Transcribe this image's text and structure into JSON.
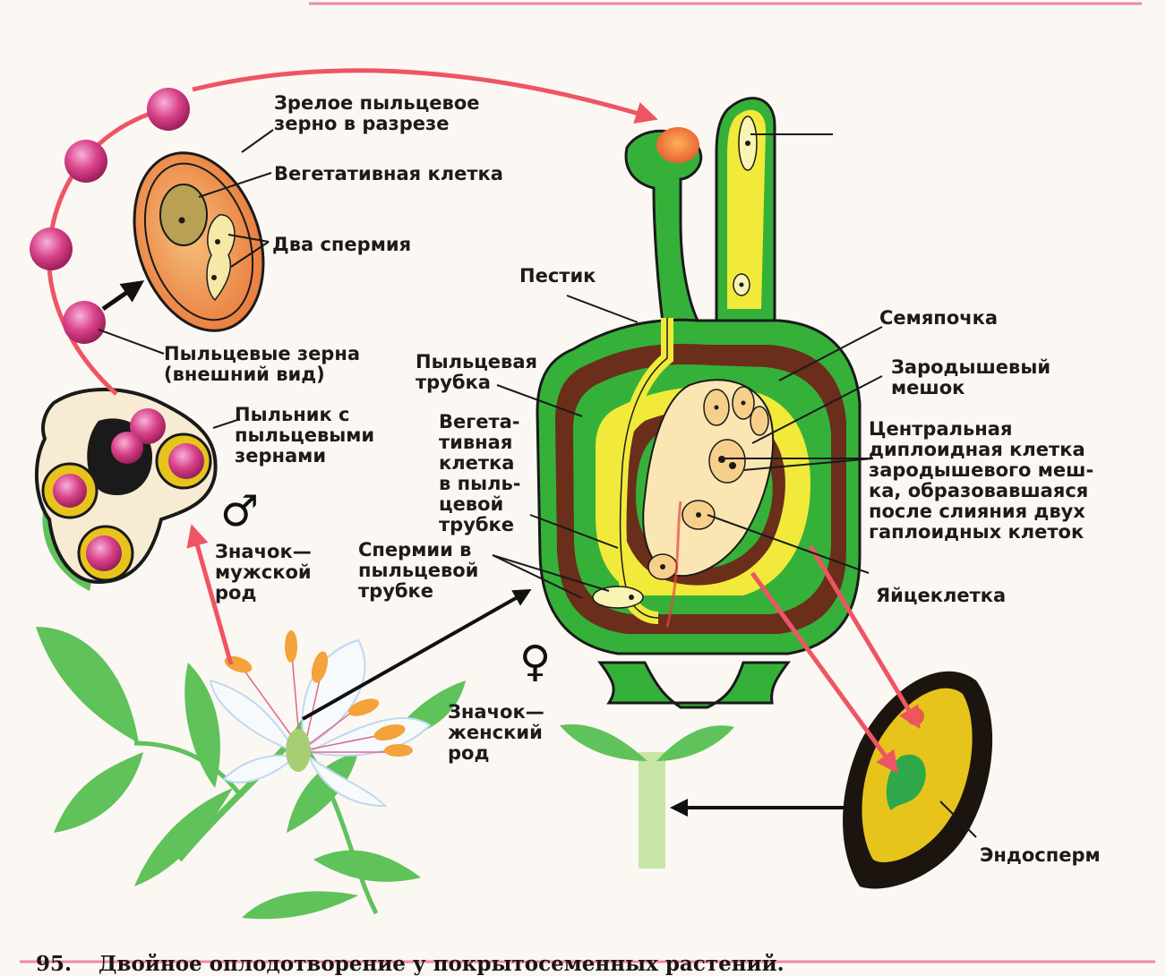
{
  "labels": {
    "mature_grain": "Зрелое пыльцевое\nзерно в разрезе",
    "vegetative_cell": "Вегетативная клетка",
    "two_sperm": "Два спермия",
    "pollen_grains": "Пыльцевые зерна\n(внешний вид)",
    "anther": "Пыльник с\nпыльцевыми\nзернами",
    "male_sign": "Значок—\nмужской\nрод",
    "pistil": "Пестик",
    "pollen_tube": "Пыльцевая\nтрубка",
    "veg_in_tube": "Вегета-\nтивная\nклетка\nв пыль-\nцевой\nтрубке",
    "sperm_in_tube": "Спермии в\nпыльцевой\nтрубке",
    "female_sign": "Значок—\nженский\nрод",
    "ovule": "Семяпочка",
    "embryo_sac": "Зародышевый\nмешок",
    "central_cell": "Центральная\nдиплоидная клетка\nзародышевого меш-\nка, образовавшаяся\nпосле слияния двух\nгаплоидных клеток",
    "egg_cell": "Яйцеклетка",
    "endosperm": "Эндосперм"
  },
  "caption": {
    "number": "95.",
    "text": "Двойное оплодотворение у покрытосеменных растений."
  },
  "symbols": {
    "male": "♂",
    "female": "♀"
  },
  "colors": {
    "green": "#35b13a",
    "yellow": "#e9e42a",
    "brown": "#6a2e1b",
    "pink": "#d9428a",
    "orange": "#ef8a3a",
    "red_arrow": "#ee5563"
  }
}
